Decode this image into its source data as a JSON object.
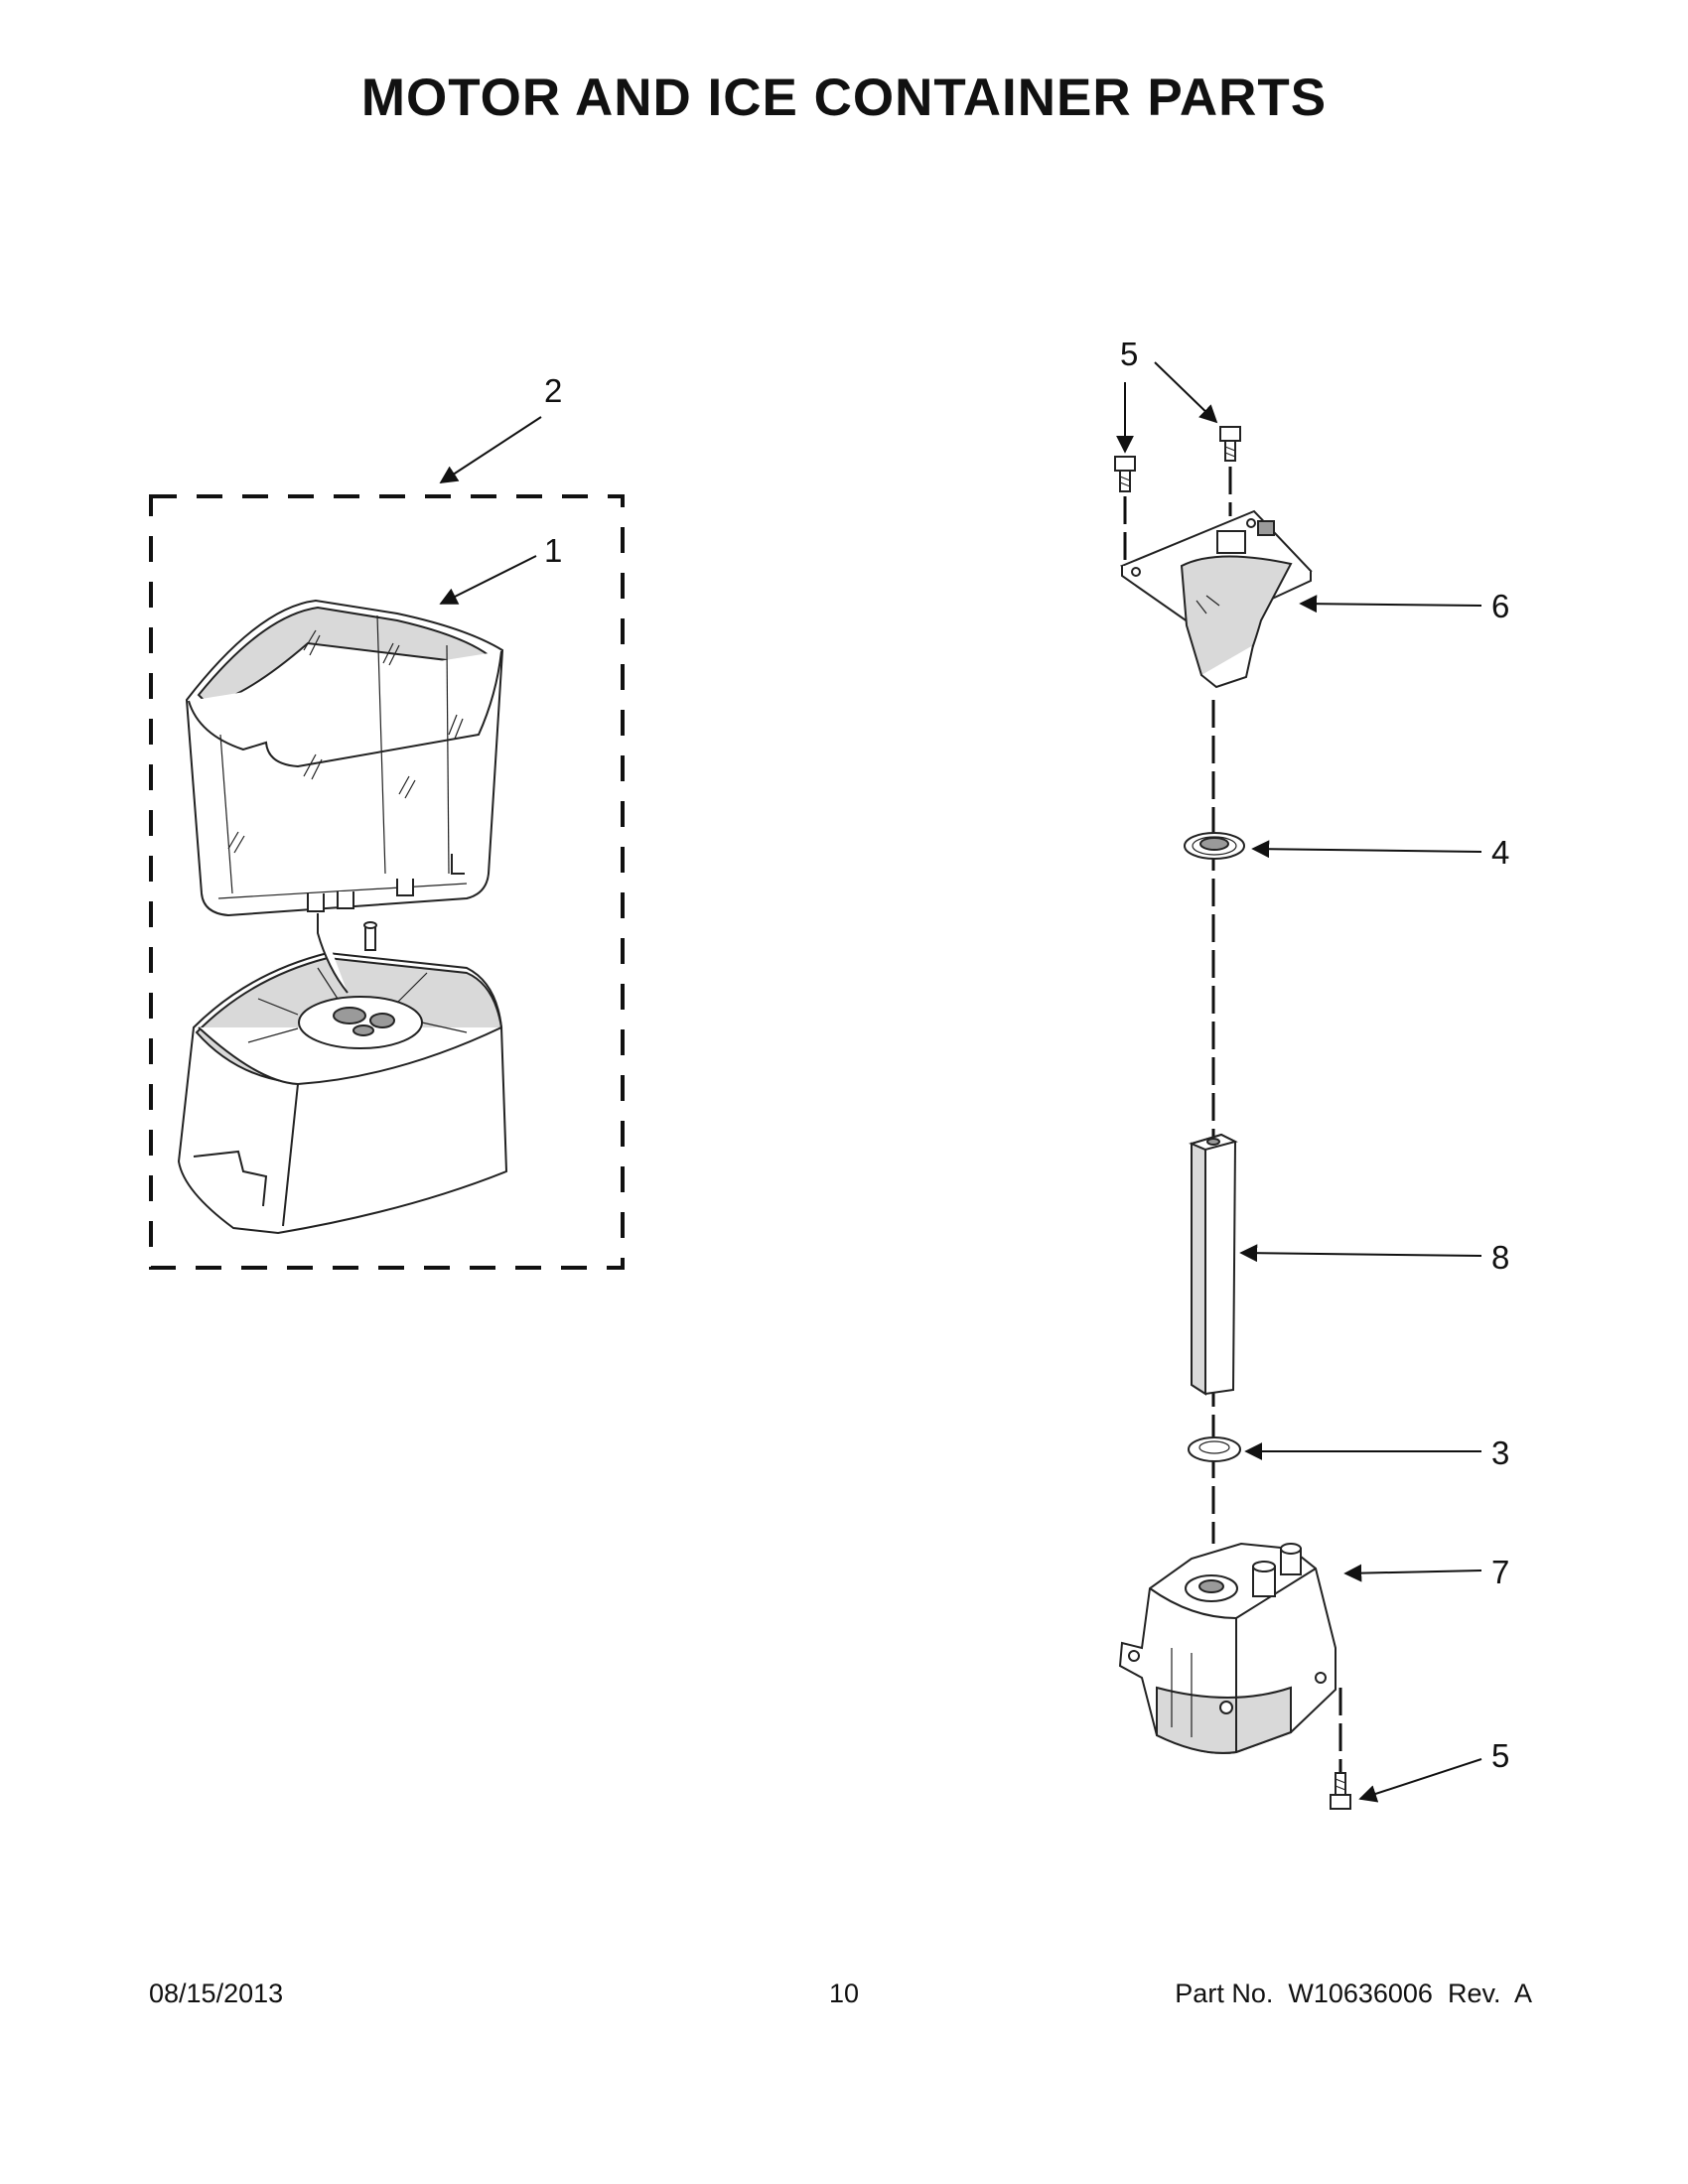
{
  "page": {
    "title": "MOTOR AND ICE CONTAINER PARTS",
    "footer": {
      "date": "08/15/2013",
      "page_number": "10",
      "part_number": "Part No.  W10636006  Rev.  A"
    }
  },
  "callouts": {
    "c1": "1",
    "c2": "2",
    "c3": "3",
    "c4": "4",
    "c5_top": "5",
    "c5_bottom": "5",
    "c6": "6",
    "c7": "7",
    "c8": "8"
  }
}
